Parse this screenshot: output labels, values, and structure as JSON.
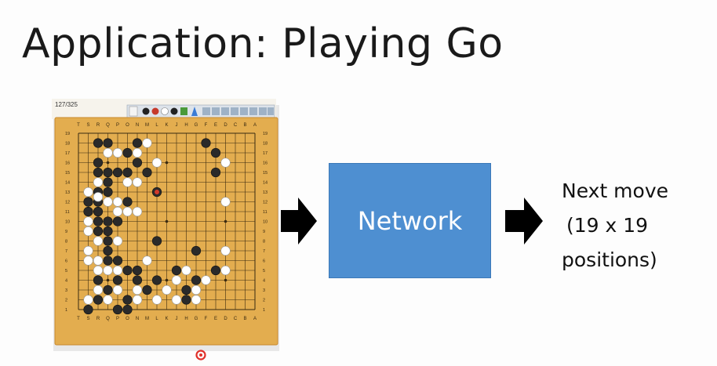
{
  "slide": {
    "title": "Application: Playing Go",
    "board_counter": "127/325",
    "network_label": "Network",
    "output_lines": [
      "Next move",
      "(19 x 19",
      "positions)"
    ]
  },
  "board": {
    "size": 19,
    "column_letters": [
      "A",
      "B",
      "C",
      "D",
      "E",
      "F",
      "G",
      "H",
      "J",
      "K",
      "L",
      "M",
      "N",
      "O",
      "P",
      "Q",
      "R",
      "S",
      "T"
    ],
    "black": [
      [
        2,
        1
      ],
      [
        3,
        1
      ],
      [
        5,
        2
      ],
      [
        6,
        1
      ],
      [
        2,
        3
      ],
      [
        3,
        4
      ],
      [
        2,
        4
      ],
      [
        5,
        4
      ],
      [
        6,
        3
      ],
      [
        4,
        4
      ],
      [
        3,
        5
      ],
      [
        2,
        6
      ],
      [
        3,
        6
      ],
      [
        1,
        7
      ],
      [
        2,
        7
      ],
      [
        1,
        8
      ],
      [
        2,
        8
      ],
      [
        2,
        9
      ],
      [
        3,
        9
      ],
      [
        2,
        10
      ],
      [
        3,
        10
      ],
      [
        3,
        11
      ],
      [
        3,
        12
      ],
      [
        3,
        13
      ],
      [
        4,
        13
      ],
      [
        5,
        14
      ],
      [
        6,
        14
      ],
      [
        4,
        15
      ],
      [
        6,
        15
      ],
      [
        2,
        15
      ],
      [
        3,
        16
      ],
      [
        2,
        17
      ],
      [
        1,
        18
      ],
      [
        5,
        17
      ],
      [
        4,
        18
      ],
      [
        5,
        18
      ],
      [
        7,
        16
      ],
      [
        8,
        15
      ],
      [
        10,
        14
      ],
      [
        11,
        16
      ],
      [
        12,
        15
      ],
      [
        14,
        14
      ],
      [
        11,
        17
      ],
      [
        12,
        12
      ],
      [
        14,
        2
      ],
      [
        14,
        4
      ],
      [
        13,
        1
      ],
      [
        8,
        11
      ],
      [
        7,
        4
      ],
      [
        5,
        7
      ],
      [
        4,
        9
      ]
    ],
    "white": [
      [
        3,
        2
      ],
      [
        4,
        2
      ],
      [
        6,
        2
      ],
      [
        7,
        1
      ],
      [
        6,
        5
      ],
      [
        8,
        3
      ],
      [
        5,
        5
      ],
      [
        2,
        5
      ],
      [
        1,
        6
      ],
      [
        2,
        6.5
      ],
      [
        3,
        7
      ],
      [
        4,
        7
      ],
      [
        4,
        8
      ],
      [
        5,
        8
      ],
      [
        2,
        11
      ],
      [
        1,
        12
      ],
      [
        1,
        13
      ],
      [
        2,
        13
      ],
      [
        2,
        14
      ],
      [
        3,
        14
      ],
      [
        4,
        14
      ],
      [
        2,
        16
      ],
      [
        1,
        17
      ],
      [
        3,
        17
      ],
      [
        4,
        16
      ],
      [
        6,
        16
      ],
      [
        6,
        17
      ],
      [
        8,
        17
      ],
      [
        9,
        16
      ],
      [
        10,
        15
      ],
      [
        11,
        14
      ],
      [
        12,
        16
      ],
      [
        13,
        15
      ],
      [
        10,
        17
      ],
      [
        12,
        17
      ],
      [
        15,
        3
      ],
      [
        15,
        7
      ],
      [
        15,
        12
      ],
      [
        15,
        14
      ],
      [
        7,
        13
      ],
      [
        4,
        11
      ],
      [
        6,
        8
      ],
      [
        1,
        9
      ],
      [
        1,
        10
      ]
    ],
    "last_move": [
      8,
      6
    ]
  },
  "colors": {
    "board": "#e3ad4f",
    "board_edge": "#c9892c",
    "grid": "#3a2a10",
    "arrow": "#000000",
    "network": "#4e8fd1",
    "last_move": "#d23a2a",
    "pointer": "#e0302a"
  }
}
